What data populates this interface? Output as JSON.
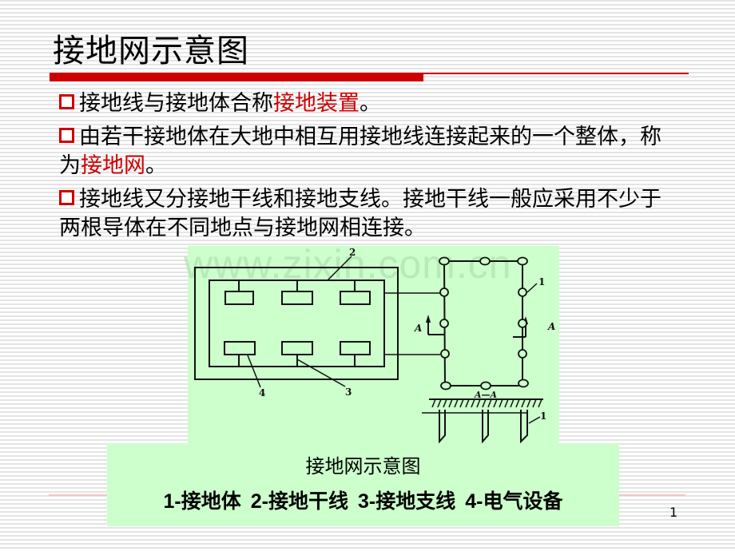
{
  "slide": {
    "title": "接地网示意图",
    "page_number": "1",
    "colors": {
      "accent_red": "#cc0000",
      "figure_background": "#ccffcc",
      "stripe": "#e4e4e4"
    }
  },
  "bullets": [
    {
      "parts": [
        {
          "text": "接地线与接地体合称",
          "highlight": false
        },
        {
          "text": "接地装置",
          "highlight": true
        },
        {
          "text": "。",
          "highlight": false
        }
      ]
    },
    {
      "parts": [
        {
          "text": "由若干接地体在大地中相互用接地线连接起来的一个整体，称为",
          "highlight": false
        },
        {
          "text": "接地网",
          "highlight": true
        },
        {
          "text": "。",
          "highlight": false
        }
      ]
    },
    {
      "parts": [
        {
          "text": "接地线又分接地干线和接地支线。接地干线一般应采用不少于两根导体在不同地点与接地网相连接。",
          "highlight": false
        }
      ]
    }
  ],
  "figure": {
    "watermark": "www.zixin.com.cn",
    "labels": {
      "one_top": "1",
      "one_bottom": "1",
      "two": "2",
      "three": "3",
      "four": "4",
      "section_left": "A",
      "section_right": "A",
      "section_view": "A—A"
    },
    "caption_title": "接地网示意图",
    "legend": [
      "1-接地体",
      "2-接地干线",
      "3-接地支线",
      "4-电气设备"
    ]
  }
}
